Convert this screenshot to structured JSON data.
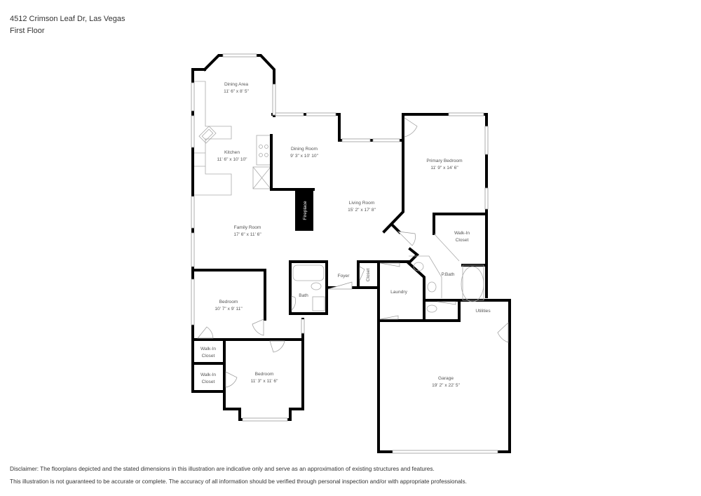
{
  "header": {
    "title": "4512 Crimson Leaf Dr, Las Vegas",
    "floor": "First Floor"
  },
  "rooms": [
    {
      "name": "Dining Area",
      "dims": "11' 6\" x 8' 5\""
    },
    {
      "name": "Kitchen",
      "dims": "11' 6\" x 10' 10\""
    },
    {
      "name": "Dining Room",
      "dims": "9' 3\" x 10' 10\""
    },
    {
      "name": "Primary Bedroom",
      "dims": "11' 9\" x 14' 6\""
    },
    {
      "name": "Living Room",
      "dims": "15' 2\" x 17' 8\""
    },
    {
      "name": "Family Room",
      "dims": "17' 6\" x 11' 6\""
    },
    {
      "name": "Walk-In Closet",
      "dims": ""
    },
    {
      "name": "P.Bath",
      "dims": ""
    },
    {
      "name": "Foyer",
      "dims": ""
    },
    {
      "name": "Closet",
      "dims": ""
    },
    {
      "name": "Bath",
      "dims": ""
    },
    {
      "name": "Laundry",
      "dims": ""
    },
    {
      "name": "Utilities",
      "dims": ""
    },
    {
      "name": "Bedroom",
      "dims": "10' 7\" x 9' 11\""
    },
    {
      "name": "Walk-In Closet",
      "dims": ""
    },
    {
      "name": "Walk-In Closet",
      "dims": ""
    },
    {
      "name": "Bedroom",
      "dims": "11' 3\" x 11' 6\""
    },
    {
      "name": "Garage",
      "dims": "19' 2\" x 22' 5\""
    }
  ],
  "labels": {
    "fireplace": "Fireplace",
    "walkin_line1": "Walk-In",
    "walkin_line2": "Closet"
  },
  "disclaimer": {
    "line1": "Disclaimer: The floorplans depicted and the stated dimensions in this illustration are indicative only and serve as an approximation of existing structures and features.",
    "line2": "This illustration is not guaranteed to be accurate or complete. The accuracy of all information should be verified through personal inspection and/or with appropriate professionals."
  },
  "colors": {
    "wall": "#000000",
    "window": "#999999",
    "text": "#333333"
  }
}
